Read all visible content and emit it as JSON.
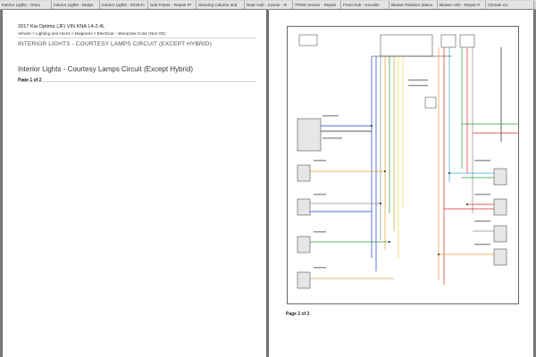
{
  "tabs": [
    "Interior Lights - Ostru",
    "Interior Lights - Dialys",
    "Interior Lights - 2019 Ki",
    "Sub Frame - Repair Pr",
    "Steering Column and",
    "Rear Hub - Carrier - R",
    "TPMS Sensor - Repair",
    "Front Hub - Knuckle",
    "Blower Resistor (Manu",
    "Blower Unit - Repair P",
    "Climate Co"
  ],
  "page1": {
    "vehicle": "2017 Kia Optima (JF) VIN KNA L4-2.4L",
    "breadcrumb": "Vehicle > Lighting and Horns > Diagrams > Electrical - Interactive Color (Non OE)",
    "heading": "INTERIOR LIGHTS - COURTESY LAMPS CIRCUIT (EXCEPT HYBRID)",
    "title": "Interior Lights - Courtesy Lamps Circuit (Except Hybrid)",
    "page_label": "Page 1 of 2"
  },
  "page2": {
    "page_label": "Page 2 of 2"
  }
}
